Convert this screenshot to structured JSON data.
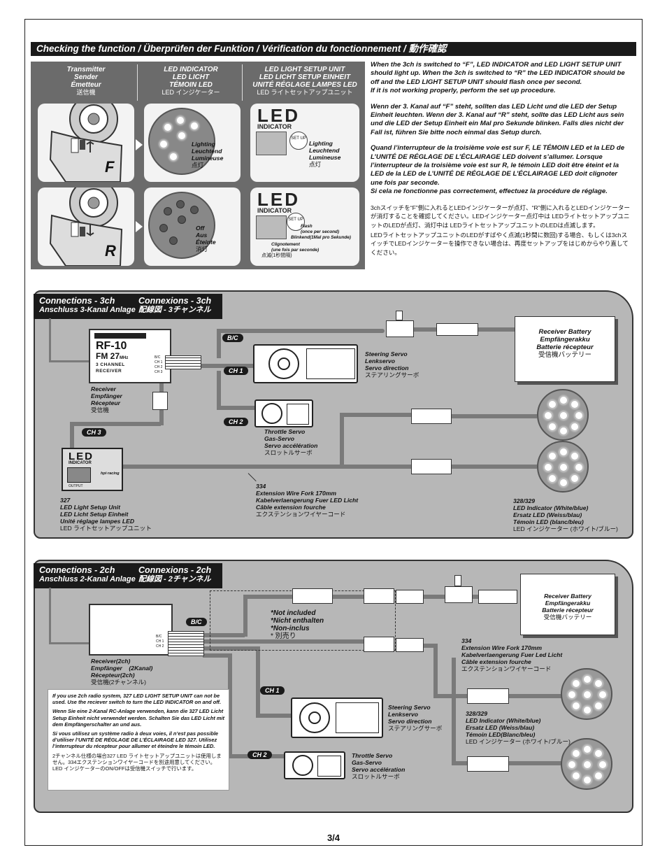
{
  "header": "Checking the function / Überprüfen der Funktion / Vérification du fonctionnement / 動作確認",
  "check_columns": [
    {
      "l1": "Transmitter",
      "l2": "Sender",
      "l3": "Émetteur",
      "jp": "送信機"
    },
    {
      "l1": "LED INDICATOR",
      "l2": "LED LICHT",
      "l3": "TÉMOIN LED",
      "jp": "LED インジケーター"
    },
    {
      "l1": "LED LIGHT SETUP UNIT",
      "l2": "LED LICHT SETUP EINHEIT",
      "l3": "UNITÉ RÉGLAGE LAMPES LED",
      "jp": "LED ライトセットアップユニット"
    }
  ],
  "row_f": {
    "switch": "F",
    "ind_l1": "Lighting",
    "ind_l2": "Leuchtend",
    "ind_l3": "Lumineuse",
    "ind_jp": "点灯",
    "set_l1": "Lighting",
    "set_l2": "Leuchtend",
    "set_l3": "Lumineuse",
    "set_jp": "点灯",
    "panel_text": "LED",
    "panel_sub": "INDICATOR",
    "setup_btn": "SET UP"
  },
  "row_r": {
    "switch": "R",
    "ind_l1": "Off",
    "ind_l2": "Aus",
    "ind_l3": "Éteinte",
    "ind_jp": "消灯",
    "flash1": "Flash",
    "flash2": "(once per second)",
    "flash3": "Blinkend(1Mal pro Sekunde)",
    "flash4": "Clignotement",
    "flash5": "(une fois par seconde)",
    "flash_jp": "点滅(1秒間隔)",
    "panel_text": "LED",
    "panel_sub": "INDICATOR",
    "setup_btn": "SET UP"
  },
  "description": {
    "en1": "When the 3ch is switched to “F”, LED INDICATOR and LED LIGHT SETUP UNIT should light up. When the 3ch is switched to “R” the LED INDICATOR should be off and the LED LIGHT SETUP UNIT should flash once per second.",
    "en2": "If it is not working properly, perform the set up procedure.",
    "de": "Wenn der 3. Kanal auf “F” steht, sollten das LED Licht und die LED der Setup Einheit leuchten. Wenn der 3. Kanal auf “R” steht, sollte das LED Licht aus sein und die LED der Setup Einheit ein Mal pro Sekunde blinken. Falls dies nicht der Fall ist, führen Sie bitte noch einmal das Setup durch.",
    "fr1": "Quand l’interrupteur de la troisième voie est sur F, LE TÉMOIN LED et la LED de L’UNITÉ DE RÉGLAGE DE L’ÉCLAIRAGE LED doivent s’allumer. Lorsque l’interrupteur de la troisième voie est sur R, le témoin LED doit être éteint et la LED de la LED de L’UNITÉ DE RÉGLAGE DE L’ÉCLAIRAGE LED doit clignoter une fois par seconde.",
    "fr2": "Si cela ne fonctionne pas correctement, effectuez la procédure de réglage.",
    "jp1": "3chスイッチを“F”側に入れるとLEDインジケーターが点灯、“R”側に入れるとLEDインジケーターが消灯することを確認してください。LEDインジケーター点灯中は LEDライトセットアップユニットのLEDが点灯、消灯中は LEDライトセットアップユニットのLEDは点滅します。",
    "jp2": "LEDライトセットアップユニットのLEDがすばやく点滅(1秒間に数回)する場合、もしくは3chスイッチでLEDインジケーターを操作できない場合は、再度セットアップをはじめからやり直してください。"
  },
  "conn3": {
    "title1": "Connections - 3ch",
    "title2": "Anschluss 3-Kanal Anlage",
    "title3": "Connexions - 3ch",
    "title4": "配線図 - 3チャンネル",
    "rx_brand": "RF-10",
    "rx_freq": "FM 27",
    "rx_mhz": "MHz",
    "rx_line": "3 CHANNEL",
    "rx_line2": "RECEIVER",
    "rx_ports": [
      "B/C",
      "CH 1",
      "CH 2",
      "CH 3"
    ],
    "receiver": [
      "Receiver",
      "Empfänger",
      "Récepteur",
      "受信機"
    ],
    "tag_bc": "B/C",
    "tag_ch1": "CH 1",
    "tag_ch2": "CH 2",
    "tag_ch3": "CH 3",
    "steering": [
      "Steering Servo",
      "Lenkservo",
      "Servo direction",
      "ステアリングサーボ"
    ],
    "throttle": [
      "Throttle Servo",
      "Gas-Servo",
      "Servo accélération",
      "スロットルサーボ"
    ],
    "battery": [
      "Receiver Battery",
      "Empfängerakku",
      "Batterie récepteur",
      "受信機バッテリー"
    ],
    "setup_unit": [
      "327",
      "LED Light Setup Unit",
      "LED Licht Setup Einheit",
      "Unité réglage lampes LED",
      "LED ライトセットアップユニット"
    ],
    "ext": [
      "334",
      "Extension Wire Fork 170mm",
      "Kabelverlaengerung Fuer LED Licht",
      "Câble extension fourche",
      "エクステンションワイヤーコード"
    ],
    "leds": [
      "328/329",
      "LED Indicator (White/blue)",
      "Ersatz LED (Weiss/blau)",
      "Témoin LED (blanc/bleu)",
      "LED インジケーター (ホワイト/ブルー)"
    ],
    "unit_panel": "LED",
    "unit_sub": "INDICATOR",
    "unit_brand": "hpi·racing",
    "unit_output": "OUTPUT"
  },
  "conn2": {
    "title1": "Connections - 2ch",
    "title2": "Anschluss 2-Kanal Anlage",
    "title3": "Connexions - 2ch",
    "title4": "配線図 - 2チャンネル",
    "rx_ports": [
      "B/C",
      "CH 1",
      "CH 2"
    ],
    "receiver": [
      "Receiver(2ch)",
      "Empfänger    (2Kanal)",
      "Récepteur(2ch)",
      "受信機(2チャンネル)"
    ],
    "tag_bc": "B/C",
    "tag_ch1": "CH 1",
    "tag_ch2": "CH 2",
    "not_included": [
      "*Not included",
      "*Nicht enthalten",
      "*Non-inclus",
      "* 別売り"
    ],
    "steering": [
      "Steering Servo",
      "Lenkservo",
      "Servo direction",
      "ステアリングサーボ"
    ],
    "throttle": [
      "Throttle Servo",
      "Gas-Servo",
      "Servo accélération",
      "スロットルサーボ"
    ],
    "battery": [
      "Receiver Battery",
      "Empfängerakku",
      "Batterie récepteur",
      "受信機バッテリー"
    ],
    "ext": [
      "334",
      "Extension Wire Fork 170mm",
      "Kabelverlaengerung Fuer Led Licht",
      "Câble extension fourche",
      "エクステンションワイヤーコード"
    ],
    "leds": [
      "328/329",
      "LED Indicator (White/blue)",
      "Ersatz LED (Weiss/blau)",
      "Témoin LED(Blanc/bleu)",
      "LED インジケーター (ホワイト/ブルー)"
    ],
    "note_en": "If you use 2ch radio system, 327 LED LIGHT SETUP UNIT can not be used. Use the reciever switch to turn the LED INDICATOR on and off.",
    "note_de": "Wenn Sie eine 2-Kanal RC-Anlage verwenden, kann die 327 LED Licht Setup Einheit nicht verwendet werden. Schalten Sie das LED Licht mit dem Empfängerschalter an und aus.",
    "note_fr": "Si vous utilisez un système radio à deux voies, il n’est pas possible d’utiliser l’UNITÉ DE RÉGLAGE DE L’ÉCLAIRAGE LED 327. Utilisez l’interrupteur du récepteur pour allumer et éteindre le témoin LED.",
    "note_jp": "2チャンネル仕様の場合327 LED ライトセットアップユニットは使用しません。334エクステンションワイヤーコードを別途用意してください。LED インジケーターのON/OFFは受信機スイッチで行います。"
  },
  "page_number": "3/4",
  "colors": {
    "dark": "#1a1a1a",
    "panel_gray": "#b7b7b7",
    "check_gray": "#6b6b6b",
    "wire": "#7a7a7a"
  }
}
